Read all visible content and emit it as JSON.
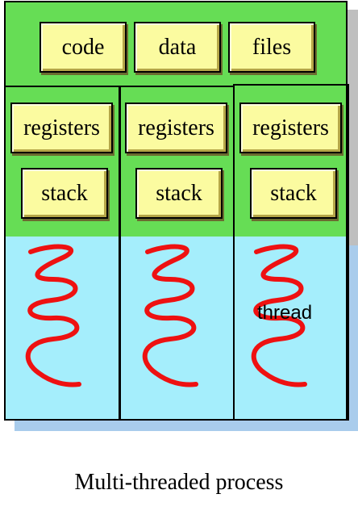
{
  "shared": {
    "code": "code",
    "data": "data",
    "files": "files"
  },
  "threads": [
    {
      "registers": "registers",
      "stack": "stack"
    },
    {
      "registers": "registers",
      "stack": "stack"
    },
    {
      "registers": "registers",
      "stack": "stack"
    }
  ],
  "thread_label": "thread",
  "caption": "Multi-threaded process",
  "colors": {
    "process_top": "#66dd55",
    "process_bottom": "#a5eefc",
    "resource_box": "#fbfba0",
    "thread_curve": "#ee1111"
  }
}
